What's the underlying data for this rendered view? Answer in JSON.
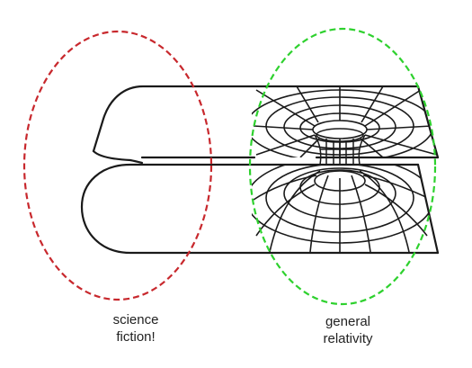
{
  "captions": {
    "left": {
      "line1": "science",
      "line2": "fiction!"
    },
    "right": {
      "line1": "general",
      "line2": "relativity"
    }
  },
  "colors": {
    "left_ellipse": "#c8282d",
    "right_ellipse": "#2ed12e",
    "drawing": "#1a1a1a",
    "background": "#ffffff"
  }
}
